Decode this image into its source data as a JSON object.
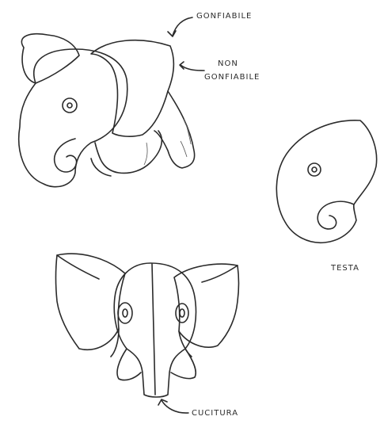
{
  "labels": {
    "gonfiabile": "GONFIABILE",
    "non_gonfiabile_line1": "NON",
    "non_gonfiabile_line2": "GONFIABILE",
    "testa": "TESTA",
    "cucitura": "CUCITURA"
  },
  "colors": {
    "ink": "#2b2b2b",
    "paper": "#ffffff"
  }
}
